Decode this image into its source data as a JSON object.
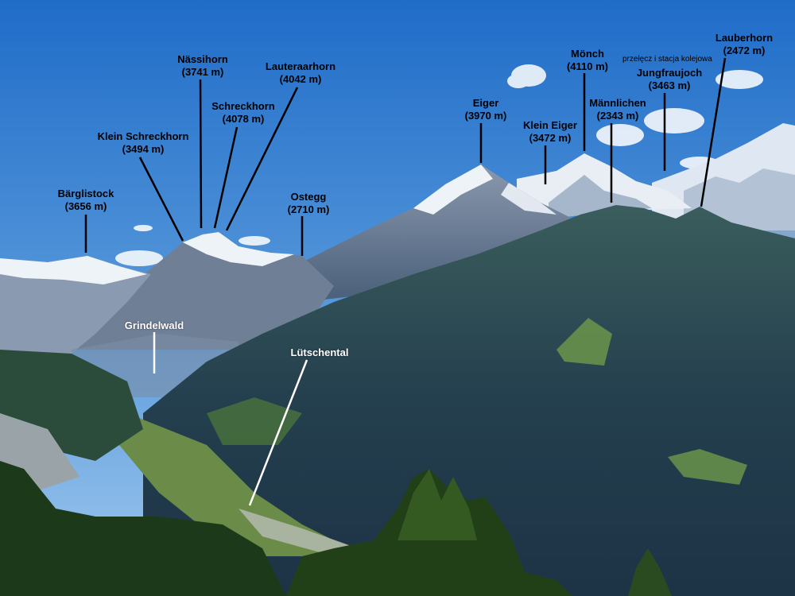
{
  "labels": {
    "barglistock": {
      "name": "Bärglistock",
      "elev": "(3656 m)"
    },
    "klein_schreckhorn": {
      "name": "Klein Schreckhorn",
      "elev": "(3494 m)"
    },
    "nassihorn": {
      "name": "Nässihorn",
      "elev": "(3741 m)"
    },
    "schreckhorn": {
      "name": "Schreckhorn",
      "elev": "(4078 m)"
    },
    "lauteraarhorn": {
      "name": "Lauteraarhorn",
      "elev": "(4042 m)"
    },
    "ostegg": {
      "name": "Ostegg",
      "elev": "(2710 m)"
    },
    "eiger": {
      "name": "Eiger",
      "elev": "(3970 m)"
    },
    "klein_eiger": {
      "name": "Klein Eiger",
      "elev": "(3472 m)"
    },
    "monch": {
      "name": "Mönch",
      "elev": "(4110 m)"
    },
    "mannlichen": {
      "name": "Männlichen",
      "elev": "(2343 m)"
    },
    "jungfraujoch": {
      "name": "Jungfraujoch",
      "elev": "(3463 m)",
      "note": "przełęcz i stacja kolejowa"
    },
    "lauberhorn": {
      "name": "Lauberhorn",
      "elev": "(2472 m)"
    },
    "grindelwald": {
      "name": "Grindelwald"
    },
    "lutschental": {
      "name": "Lütschental"
    }
  },
  "colors": {
    "sky_top": "#1f6cc8",
    "sky_bottom": "#9ec8ee",
    "rock": "#5d6f88",
    "snow": "#eef3f8",
    "forest_dark": "#1e3d1c",
    "ridge": "#2b4a5f",
    "meadow": "#6f9a4a"
  }
}
